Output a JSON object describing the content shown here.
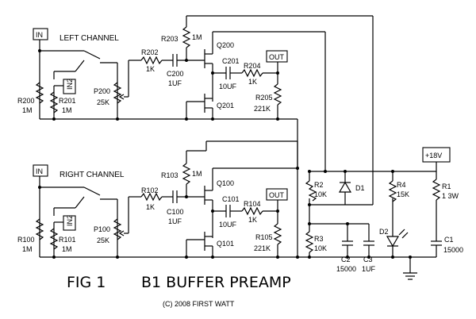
{
  "figure": {
    "fig_label": "FIG 1",
    "title": "B1 BUFFER PREAMP",
    "copyright": "(C) 2008 FIRST WATT"
  },
  "left": {
    "heading": "LEFT CHANNEL",
    "in_box": "IN",
    "in2_box": "IN2",
    "out_box": "OUT",
    "r200": [
      "R200",
      "1M"
    ],
    "r201": [
      "R201",
      "1M"
    ],
    "p200": [
      "P200",
      "25K"
    ],
    "r202": [
      "R202",
      "1K"
    ],
    "c200": [
      "C200",
      "1UF"
    ],
    "r203": [
      "R203",
      "1M"
    ],
    "q200": "Q200",
    "q201": "Q201",
    "c201": [
      "C201",
      "10UF"
    ],
    "r204": [
      "R204",
      "1K"
    ],
    "r205": [
      "R205",
      "221K"
    ]
  },
  "right": {
    "heading": "RIGHT CHANNEL",
    "in_box": "IN",
    "in2_box": "IN2",
    "out_box": "OUT",
    "r100": [
      "R100",
      "1M"
    ],
    "r101": [
      "R101",
      "1M"
    ],
    "p100": [
      "P100",
      "25K"
    ],
    "r102": [
      "R102",
      "1K"
    ],
    "c100": [
      "C100",
      "1UF"
    ],
    "r103": [
      "R103",
      "1M"
    ],
    "q100": "Q100",
    "q101": "Q101",
    "c101": [
      "C101",
      "10UF"
    ],
    "r104": [
      "R104",
      "1K"
    ],
    "r105": [
      "R105",
      "221K"
    ]
  },
  "supply": {
    "v_box": "+18V",
    "r1": [
      "R1",
      "1 3W"
    ],
    "c1": [
      "C1",
      "15000"
    ],
    "r2": [
      "R2",
      "10K"
    ],
    "r3": [
      "R3",
      "10K"
    ],
    "d1": "D1",
    "r4": [
      "R4",
      "15K"
    ],
    "d2": "D2",
    "c2": [
      "C2",
      "15000"
    ],
    "c3": [
      "C3",
      "1UF"
    ]
  },
  "colors": {
    "ink": "#000000",
    "paper": "#ffffff"
  }
}
